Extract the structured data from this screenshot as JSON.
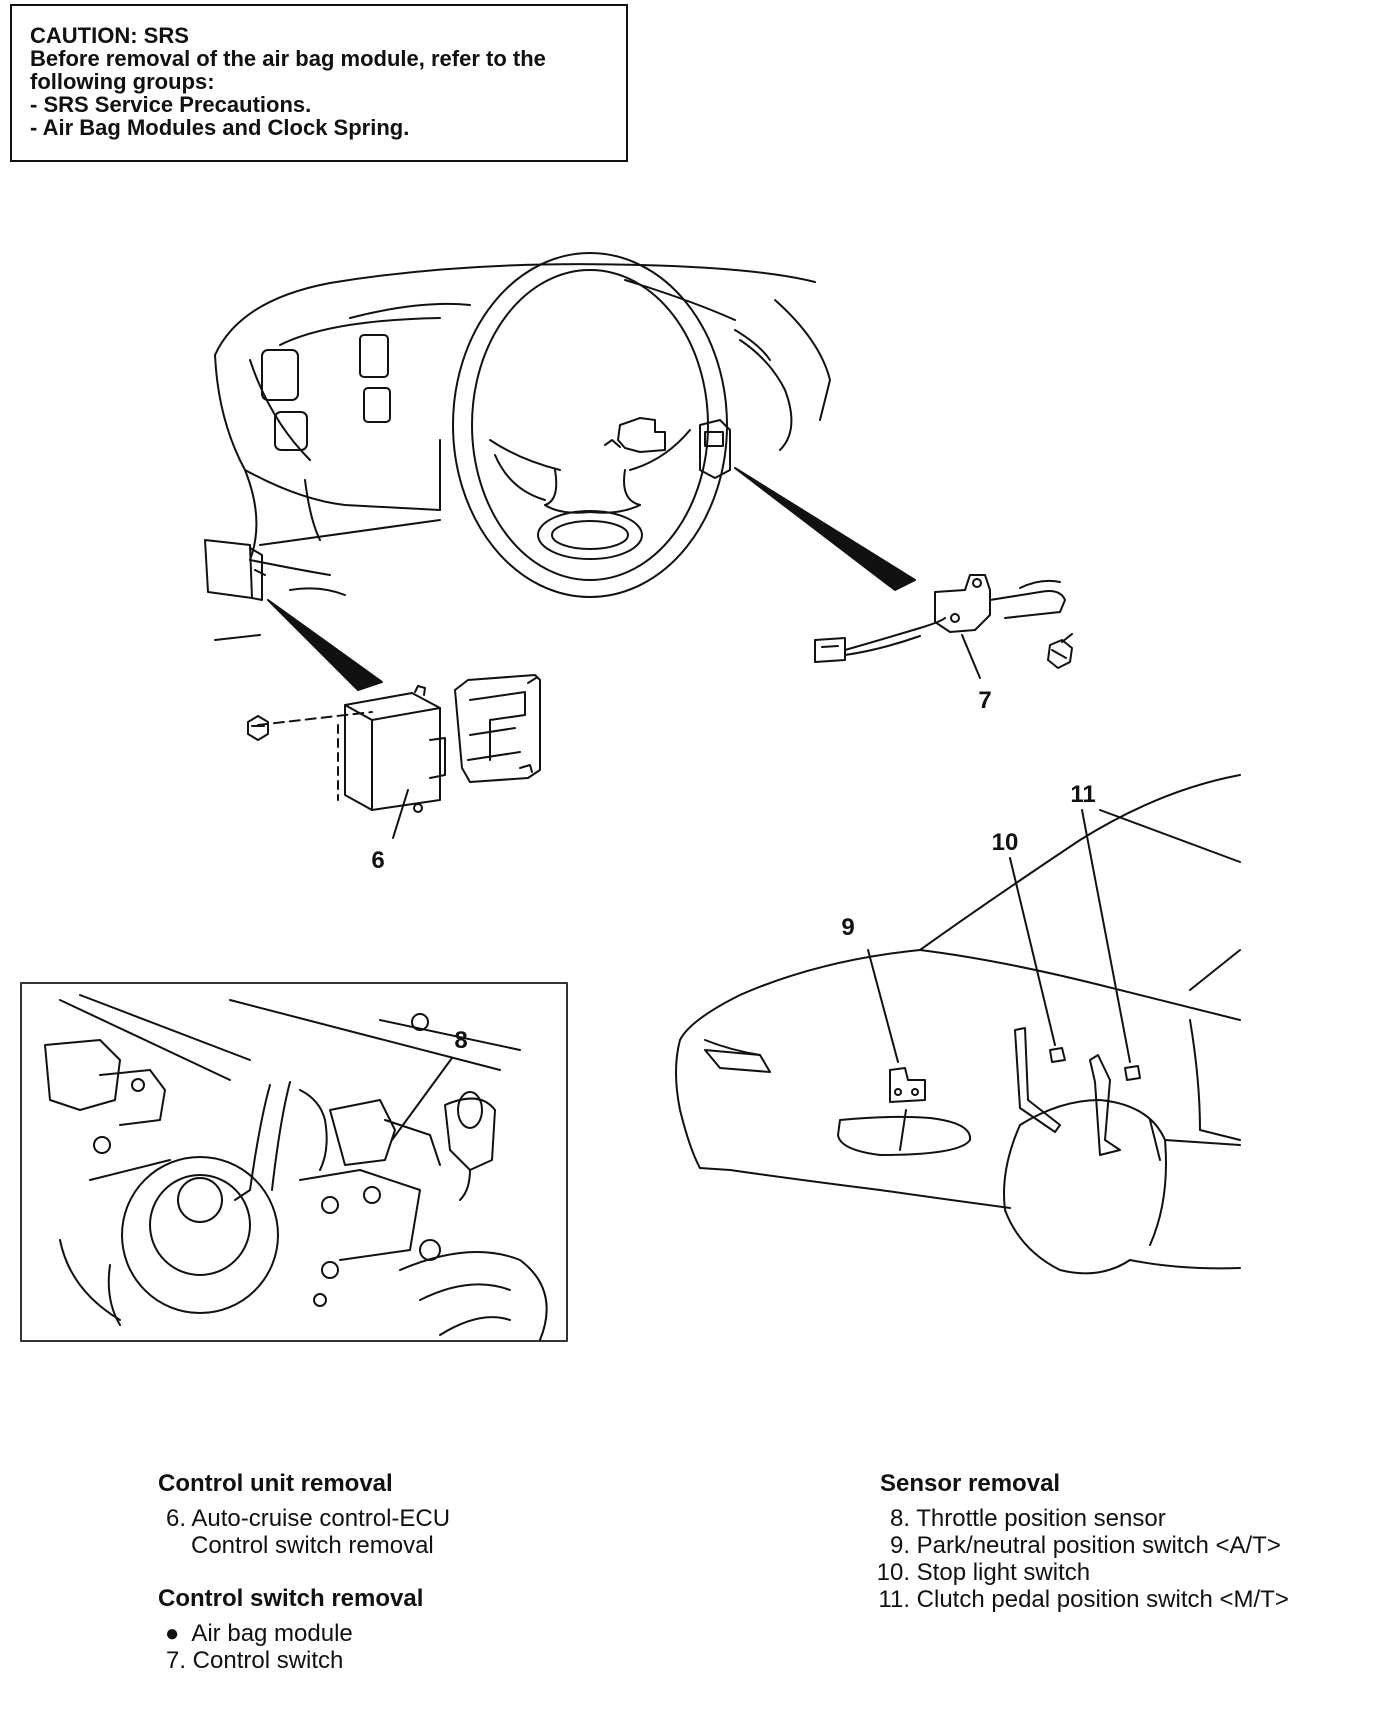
{
  "caution": {
    "title": "CAUTION: SRS",
    "lines": [
      "Before removal of the air bag module, refer to the",
      "following groups:",
      "- SRS Service Precautions.",
      "- Air Bag Modules and Clock Spring."
    ]
  },
  "callouts": {
    "c6": "6",
    "c7": "7",
    "c8": "8",
    "c9": "9",
    "c10": "10",
    "c11": "11"
  },
  "legend_left": {
    "heading1": "Control unit removal",
    "item6_num": "6.",
    "item6_text": "Auto-cruise control-ECU",
    "item6_sub": "Control switch removal",
    "heading2": "Control switch removal",
    "bullet_text": "Air bag module",
    "item7_num": "7.",
    "item7_text": "Control switch"
  },
  "legend_right": {
    "heading": "Sensor removal",
    "items": [
      {
        "num": "8.",
        "text": "Throttle position sensor"
      },
      {
        "num": "9.",
        "text": "Park/neutral position switch <A/T>"
      },
      {
        "num": "10.",
        "text": "Stop light switch"
      },
      {
        "num": "11.",
        "text": "Clutch pedal position switch <M/T>"
      }
    ]
  }
}
